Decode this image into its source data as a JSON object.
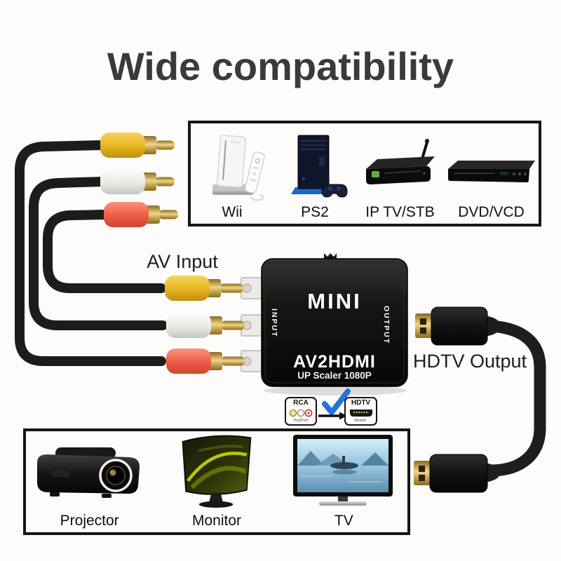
{
  "title": "Wide compatibility",
  "sources_box": {
    "items": [
      {
        "label": "Wii",
        "icon": "wii-console"
      },
      {
        "label": "PS2",
        "icon": "ps2-console"
      },
      {
        "label": "IP TV/STB",
        "icon": "set-top-box"
      },
      {
        "label": "DVD/VCD",
        "icon": "dvd-player"
      }
    ]
  },
  "cable_labels": {
    "av_input": "AV Input",
    "hdtv_output": "HDTV Output"
  },
  "converter": {
    "brand": "MINI",
    "side_left": "INPUT",
    "side_right": "OUTPUT",
    "model": "AV2HDMI",
    "subtitle": "UP Scaler 1080P"
  },
  "adapter_diagram": {
    "source_title": "RCA",
    "source_subtitle": "Ps3/DVD",
    "target_title": "HDTV",
    "target_subtitle": "Monitor"
  },
  "displays_box": {
    "items": [
      {
        "label": "Projector",
        "icon": "projector"
      },
      {
        "label": "Monitor",
        "icon": "curved-monitor"
      },
      {
        "label": "TV",
        "icon": "flat-tv"
      }
    ]
  },
  "colors": {
    "rca_yellow": "#eebb2e",
    "rca_white": "#eeeeec",
    "rca_red": "#ef5f4c",
    "connector_gold": "#d2a845",
    "cable_black": "#1c1c1c",
    "converter_body": "#111111",
    "checkmark_blue": "#2273dd",
    "title_gray": "#3a3a3a"
  }
}
